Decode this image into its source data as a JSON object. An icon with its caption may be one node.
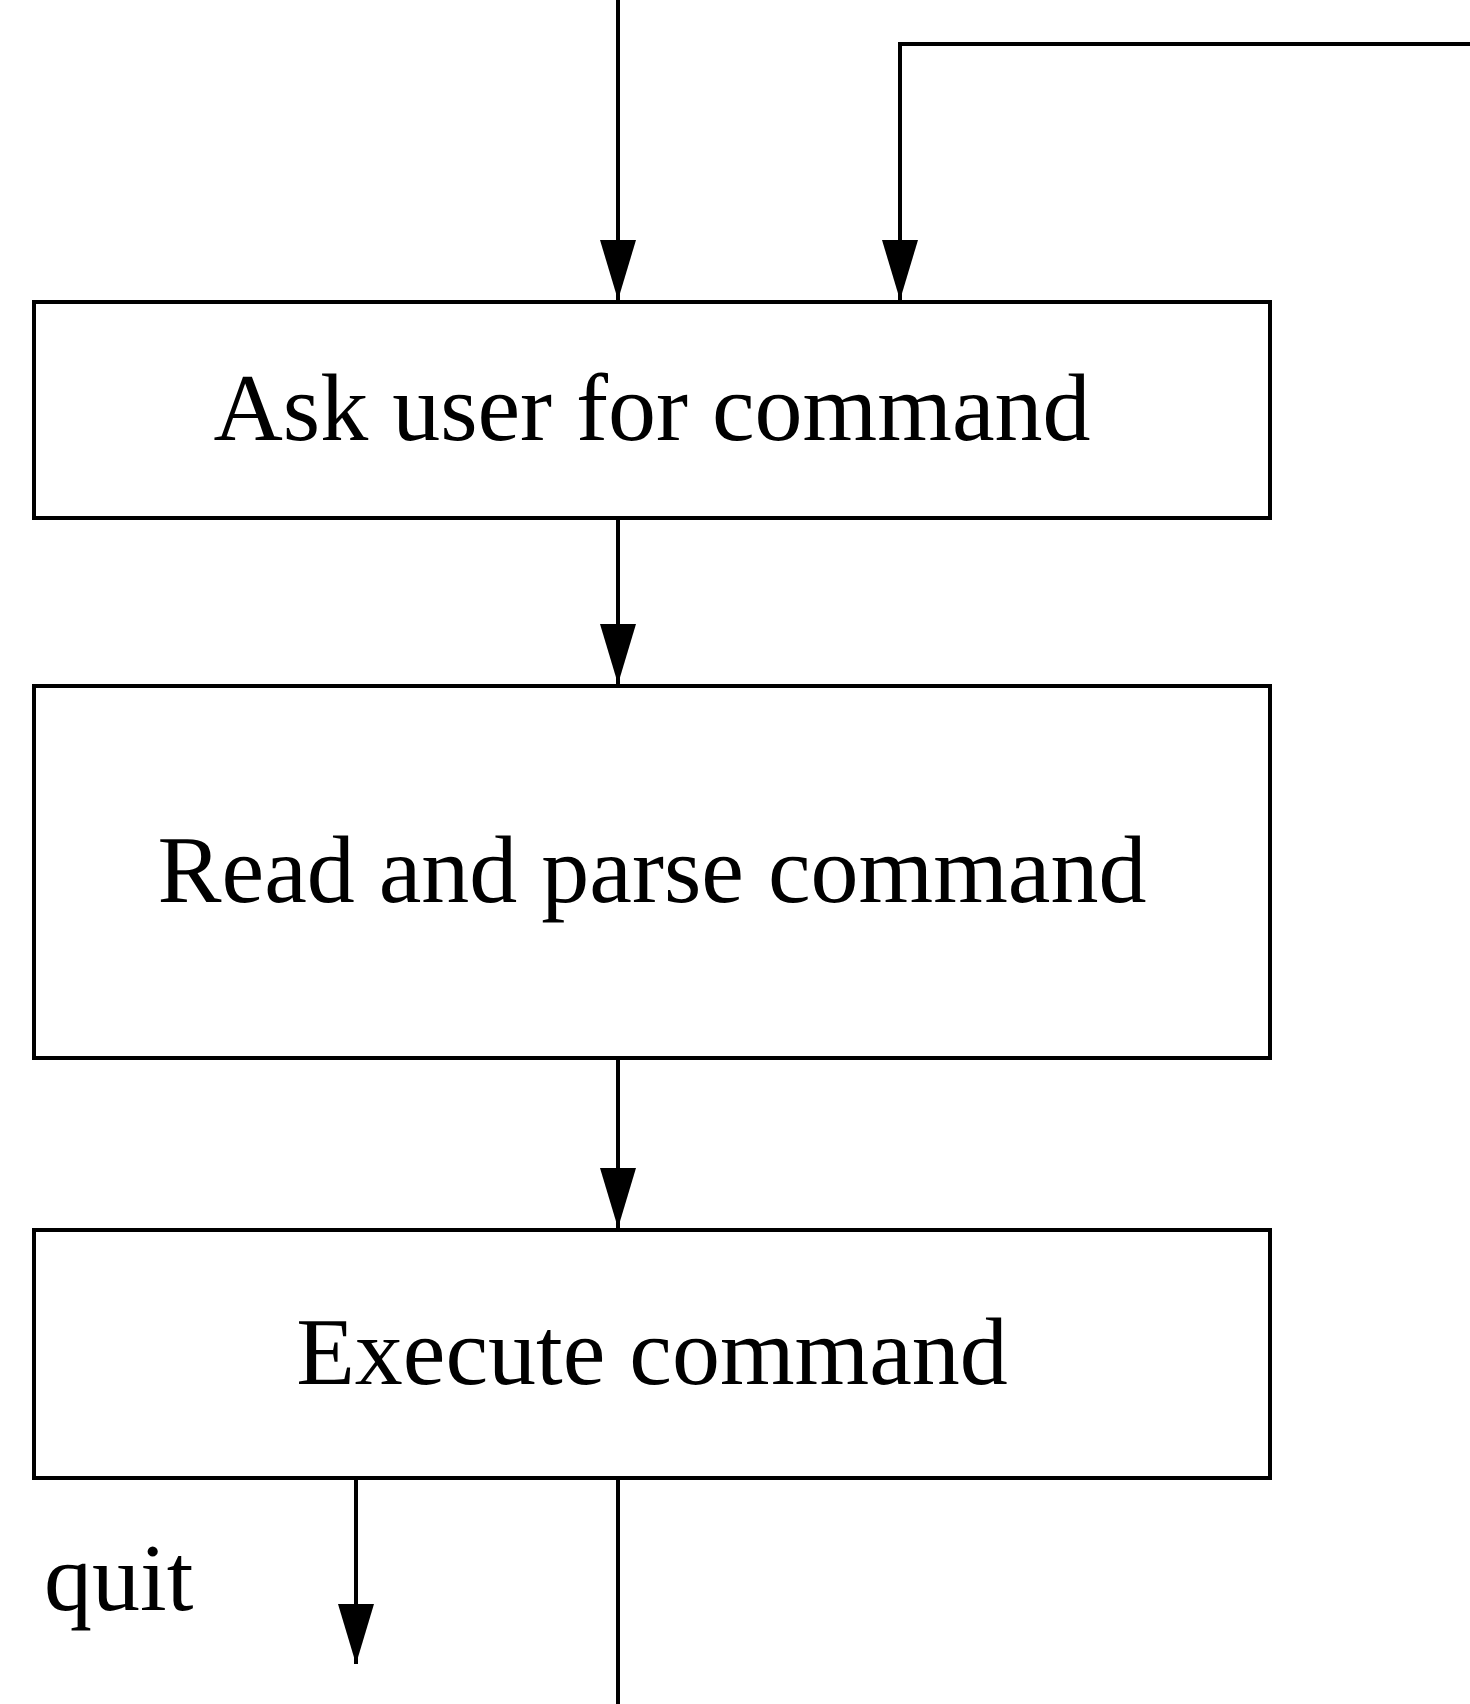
{
  "diagram": {
    "nodes": [
      {
        "text": [
          "Ask user for command"
        ]
      },
      {
        "text": [
          "Read and parse command"
        ]
      },
      {
        "text": [
          "Execute command"
        ]
      }
    ],
    "edges": [
      {
        "from": null,
        "to": 0,
        "arrow": "to"
      },
      {
        "from": null,
        "to": 0,
        "arrow": "to"
      },
      {
        "from": 0,
        "to": 1,
        "arrow": "to"
      },
      {
        "from": 1,
        "to": 2,
        "arrow": "to"
      },
      {
        "from": 2,
        "to": null,
        "arrow": "to",
        "label": "quit"
      },
      {
        "from": 2,
        "to": null,
        "arrow": "none"
      }
    ]
  }
}
